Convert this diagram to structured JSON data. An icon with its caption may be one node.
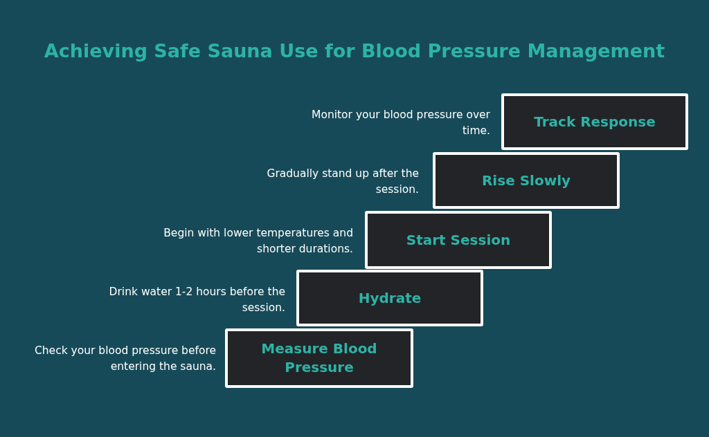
{
  "diagram": {
    "title": "Achieving Safe Sauna Use for Blood Pressure Management",
    "nodes": [
      {
        "text": [
          "Track Response"
        ],
        "beside": [
          "Monitor your blood pressure over time."
        ]
      },
      {
        "text": [
          "Rise Slowly"
        ],
        "beside": [
          "Gradually stand up after the session."
        ]
      },
      {
        "text": [
          "Start Session"
        ],
        "beside": [
          "Begin with lower temperatures and shorter durations."
        ]
      },
      {
        "text": [
          "Hydrate"
        ],
        "beside": [
          "Drink water 1-2 hours before the session."
        ]
      },
      {
        "text": [
          "Measure Blood Pressure"
        ],
        "beside": [
          "Check your blood pressure before entering the sauna."
        ]
      }
    ],
    "edges": []
  }
}
